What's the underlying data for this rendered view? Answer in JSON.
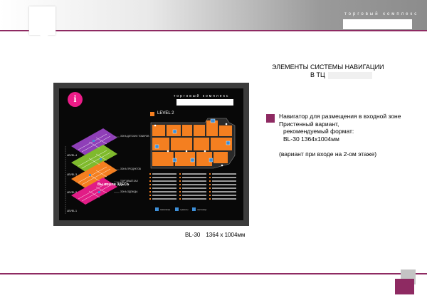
{
  "header": {
    "brand_text": "торговый комплекс"
  },
  "heading": {
    "line1": "ЭЛЕМЕНТЫ СИСТЕМЫ НАВИГАЦИИ",
    "line2": "В ТЦ"
  },
  "description": {
    "line1": "Навигатор для размещения в входной зоне",
    "line2": "Пристенный вариант,",
    "line3": "рекомендуемый формат:",
    "line4": "BL-30 1364x1004мм",
    "note": "(вариант при входе на 2-ом этаже)"
  },
  "caption": {
    "code": "BL-30",
    "size": "1364 х 1004мм"
  },
  "board": {
    "info_glyph": "i",
    "title": "торговый комплекс",
    "level_title": "LEVEL 2",
    "you_are_here": "Вы вошли ЗДЕСЬ",
    "levels": [
      "LEVEL 4",
      "LEVEL 3",
      "LEVEL 2",
      "LEVEL 1"
    ],
    "level_tags": [
      "ЗОНА ДЕТСКИХ ТОВАРОВ",
      "ЗОНА ПРОДУКТОВ",
      "ТОРГОВЫЙ ЗАЛ",
      "ЗОНА ОДЕЖДЫ"
    ],
    "legend_key": [
      "эскалатор",
      "туалеты",
      "лестница"
    ],
    "colors": {
      "level4": "#8f3fb8",
      "level3": "#7fba2d",
      "level2": "#f47f20",
      "level1": "#e11c86",
      "plan": "#f47f20",
      "accent": "#8e2a62"
    }
  }
}
